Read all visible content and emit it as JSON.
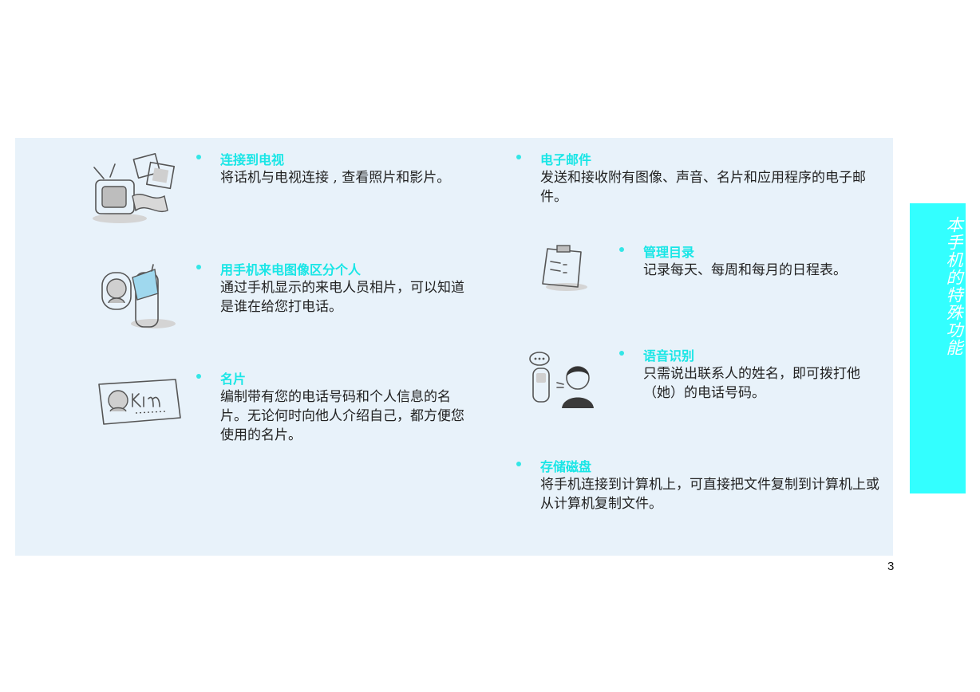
{
  "side_tab": "本手机的特殊功能",
  "page_number": "3",
  "features": {
    "tv": {
      "title": "连接到电视",
      "desc": "将话机与电视连接 , 查看照片和影片。"
    },
    "email": {
      "title": "电子邮件",
      "desc": "发送和接收附有图像、声音、名片和应用程序的电子邮件。"
    },
    "organizer": {
      "title": "管理目录",
      "desc": "记录每天、每周和每月的日程表。"
    },
    "callerid": {
      "title": "用手机来电图像区分个人",
      "desc": "通过手机显示的来电人员相片，可以知道是谁在给您打电话。"
    },
    "voice": {
      "title": "语音识别",
      "desc": "只需说出联系人的姓名，即可拨打他（她）的电话号码。"
    },
    "namecard": {
      "title": "名片",
      "desc": "编制带有您的电话号码和个人信息的名片。无论何时向他人介绍自己，都方便您使用的名片。"
    },
    "storage": {
      "title": "存储磁盘",
      "desc": "将手机连接到计算机上，可直接把文件复制到计算机上或从计算机复制文件。"
    }
  },
  "icons": {
    "tv": "tv-photos-icon",
    "callerid": "phone-caller-photo-icon",
    "namecard": "name-card-icon",
    "organizer": "clipboard-schedule-icon",
    "voice": "voice-dial-icon"
  },
  "colors": {
    "panel": "#e8f2fa",
    "accent": "#33ffff",
    "title": "#19e6e6"
  }
}
